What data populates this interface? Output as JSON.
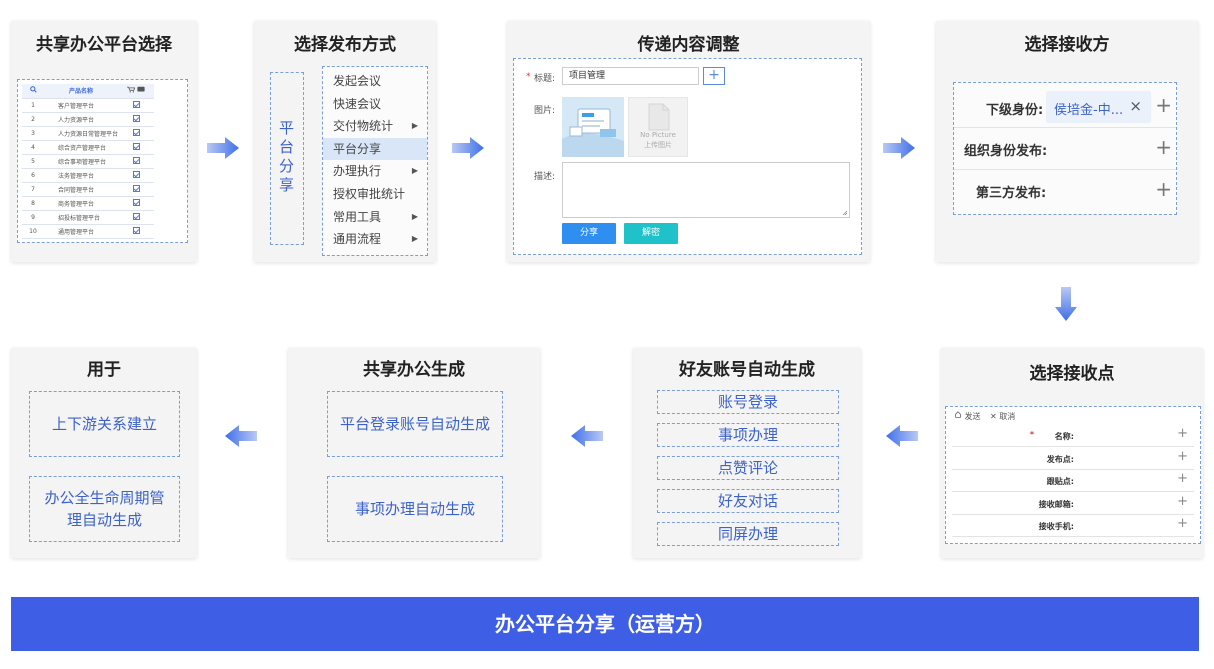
{
  "steps": {
    "platform_select": {
      "title": "共享办公平台选择",
      "table": {
        "header": [
          "",
          "产品名称",
          ""
        ],
        "rows": [
          {
            "no": "1",
            "name": "客户管理平台"
          },
          {
            "no": "2",
            "name": "人力资源平台"
          },
          {
            "no": "3",
            "name": "人力资源日常管理平台"
          },
          {
            "no": "4",
            "name": "综合资产管理平台"
          },
          {
            "no": "5",
            "name": "综合事项管理平台"
          },
          {
            "no": "6",
            "name": "法务管理平台"
          },
          {
            "no": "7",
            "name": "合同管理平台"
          },
          {
            "no": "8",
            "name": "商务管理平台"
          },
          {
            "no": "9",
            "name": "招投标管理平台"
          },
          {
            "no": "10",
            "name": "通用管理平台"
          }
        ]
      }
    },
    "publish_method": {
      "title": "选择发布方式",
      "side_label": "平台分享",
      "menu": [
        {
          "label": "发起会议",
          "arrow": false,
          "active": false
        },
        {
          "label": "快速会议",
          "arrow": false,
          "active": false
        },
        {
          "label": "交付物统计",
          "arrow": true,
          "active": false
        },
        {
          "label": "平台分享",
          "arrow": false,
          "active": true
        },
        {
          "label": "办理执行",
          "arrow": true,
          "active": false
        },
        {
          "label": "授权审批统计",
          "arrow": false,
          "active": false
        },
        {
          "label": "常用工具",
          "arrow": true,
          "active": true
        },
        {
          "label": "通用流程",
          "arrow": true,
          "active": false
        }
      ]
    },
    "content_adjust": {
      "title": "传递内容调整",
      "title_label": "标题:",
      "title_value": "项目管理",
      "image_label": "图片:",
      "no_picture": "No Picture",
      "upload_text": "上传图片",
      "desc_label": "描述:",
      "share_button": "分享",
      "decrypt_button": "解密"
    },
    "receiver_select": {
      "title": "选择接收方",
      "rows": [
        {
          "label": "下级身份:",
          "chip": "侯培金-中..."
        },
        {
          "label": "组织身份发布:",
          "chip": ""
        },
        {
          "label": "第三方发布:",
          "chip": ""
        }
      ]
    },
    "receive_point": {
      "title": "选择接收点",
      "send_label": "发送",
      "cancel_label": "取消",
      "rows": [
        {
          "label": "名称:",
          "required": true
        },
        {
          "label": "发布点:",
          "required": false
        },
        {
          "label": "跟贴点:",
          "required": false
        },
        {
          "label": "接收邮箱:",
          "required": false
        },
        {
          "label": "接收手机:",
          "required": false
        }
      ]
    },
    "auto_account": {
      "title": "好友账号自动生成",
      "items": [
        "账号登录",
        "事项办理",
        "点赞评论",
        "好友对话",
        "同屏办理"
      ]
    },
    "office_generate": {
      "title": "共享办公生成",
      "items": [
        "平台登录账号自动生成",
        "事项办理自动生成"
      ]
    },
    "usage": {
      "title": "用于",
      "items": [
        "上下游关系建立",
        "办公全生命周期管理自动生成"
      ]
    }
  },
  "footer": "办公平台分享（运营方）",
  "colors": {
    "accent": "#3f5ee6",
    "dashed_border": "#7a9fd6",
    "link_text": "#3d63c9",
    "share_button": "#2f8ff0",
    "decrypt_button": "#1fc2c9",
    "arrow": "#3f6fe8"
  }
}
